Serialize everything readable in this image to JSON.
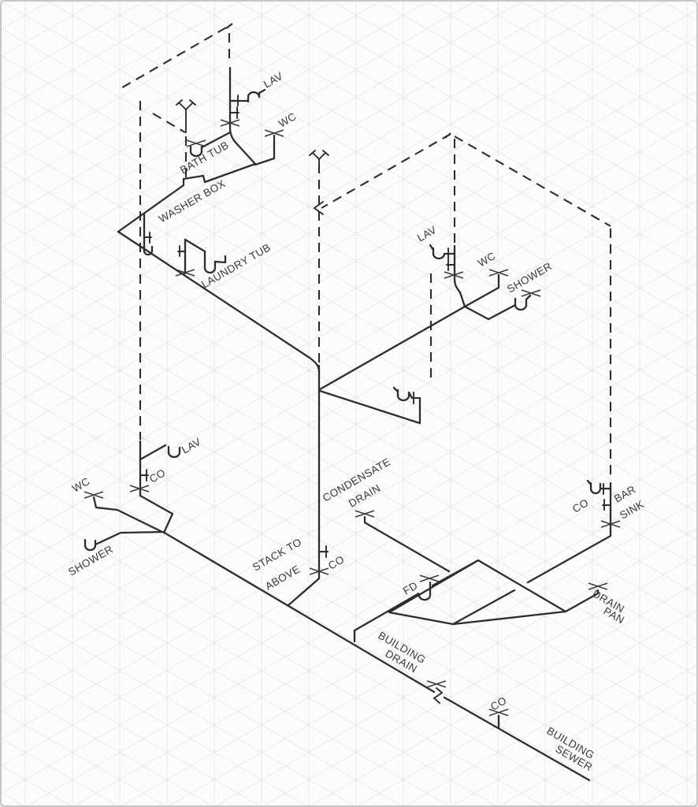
{
  "diagram": {
    "title": "isometric-plumbing-riser-diagram",
    "colors": {
      "line": "#2d2d2d",
      "text": "#3a3a3a",
      "grid": "#e9e9e9",
      "background": "#fcfcfc",
      "border": "#c6c6c6"
    },
    "labels": {
      "lav_top": "LAV",
      "wc_top": "WC",
      "bath_tub": "BATH TUB",
      "washer_box": "WASHER BOX",
      "laundry_tub": "LAUNDRY TUB",
      "lav_right": "LAV",
      "wc_right": "WC",
      "shower_right": "SHOWER",
      "lav_lower": "LAV",
      "co_lower": "CO",
      "wc_lower": "WC",
      "shower_lower": "SHOWER",
      "condensate_line1": "CONDENSATE",
      "condensate_line2": "DRAIN",
      "stack_line1": "STACK TO",
      "stack_line2": "ABOVE",
      "co_stack": "CO",
      "fd": "FD",
      "co_bar": "CO",
      "bar_line1": "BAR",
      "bar_line2": "SINK",
      "pan_line1": "DRAIN",
      "pan_line2": "PAN",
      "bdrain_line1": "BUILDING",
      "bdrain_line2": "DRAIN",
      "co_sewer": "CO",
      "bsewer_line1": "BUILDING",
      "bsewer_line2": "SEWER"
    }
  }
}
